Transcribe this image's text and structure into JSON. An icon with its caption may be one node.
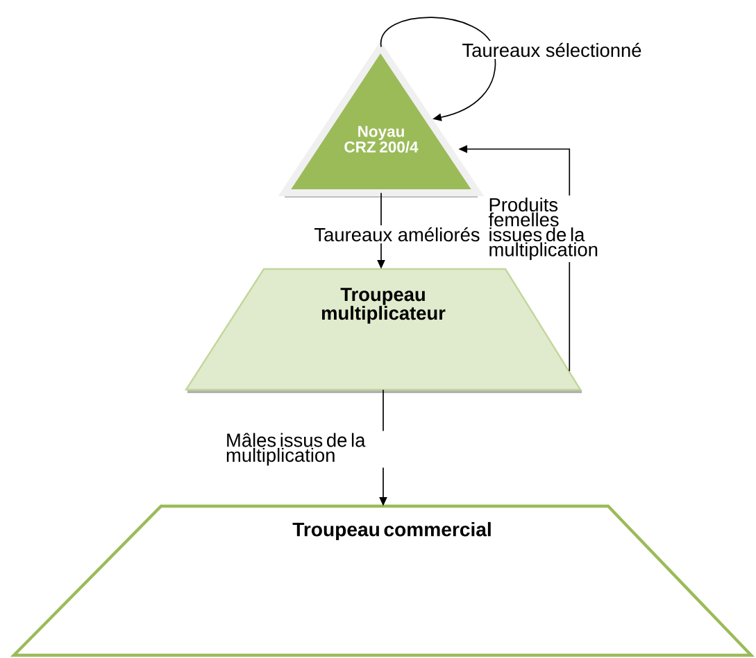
{
  "diagram": {
    "nodes": [
      {
        "text": [
          "Noyau CRZ 200/4"
        ]
      },
      {
        "text": [
          "Troupeau multiplicateur"
        ]
      },
      {
        "text": [
          "Troupeau commercial"
        ]
      }
    ],
    "edges": [
      {
        "from": 0,
        "to": 0,
        "arrow": "to",
        "label": "Taureaux sélectionné"
      },
      {
        "from": 0,
        "to": 1,
        "arrow": "to",
        "label": "Taureaux améliorés"
      },
      {
        "from": 1,
        "to": 0,
        "arrow": "to",
        "label": "Produits femelles issues de la multiplication"
      },
      {
        "from": 1,
        "to": 2,
        "arrow": "to",
        "label": "Mâles issus de la multiplication"
      }
    ]
  }
}
